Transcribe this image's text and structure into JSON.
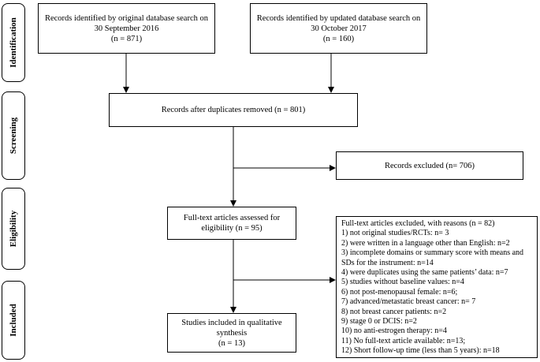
{
  "stages": {
    "identification": "Identification",
    "screening": "Screening",
    "eligibility": "Eligibility",
    "included": "Included"
  },
  "boxes": {
    "original_search": {
      "line1": "Records identified by original  database search on",
      "line2": "30 September 2016",
      "line3": "(n = 871)"
    },
    "updated_search": {
      "line1": "Records identified by updated  database search on",
      "line2": "30 October 2017",
      "line3": "(n = 160)"
    },
    "after_duplicates": {
      "line1": "Records after duplicates removed (n = 801)"
    },
    "records_excluded": {
      "line1": "Records excluded (n= 706)"
    },
    "fulltext_assessed": {
      "line1": "Full-text articles assessed for",
      "line2": "eligibility (n = 95)"
    },
    "fulltext_excluded": {
      "title": "Full-text articles excluded, with reasons (n = 82)",
      "reasons": [
        "1) not original studies/RCTs: n= 3",
        "2) were written in a language other than English: n=2",
        "3) incomplete domains or summary score with means and",
        "SDs for the instrument: n=14",
        "4) were duplicates using the same patients’ data: n=7",
        "5) studies without baseline values: n=4",
        "6) not post-menopausal female: n=6;",
        "7) advanced/metastatic breast cancer: n= 7",
        "8) not breast cancer patients: n=2",
        "9) stage 0 or DCIS: n=2",
        "10) no anti-estrogen therapy: n=4",
        "11) No full-text article available: n=13;",
        "12) Short follow-up time (less than 5 years): n=18"
      ]
    },
    "included_studies": {
      "line1": "Studies included in qualitative",
      "line2": "synthesis",
      "line3": "(n = 13)"
    }
  }
}
